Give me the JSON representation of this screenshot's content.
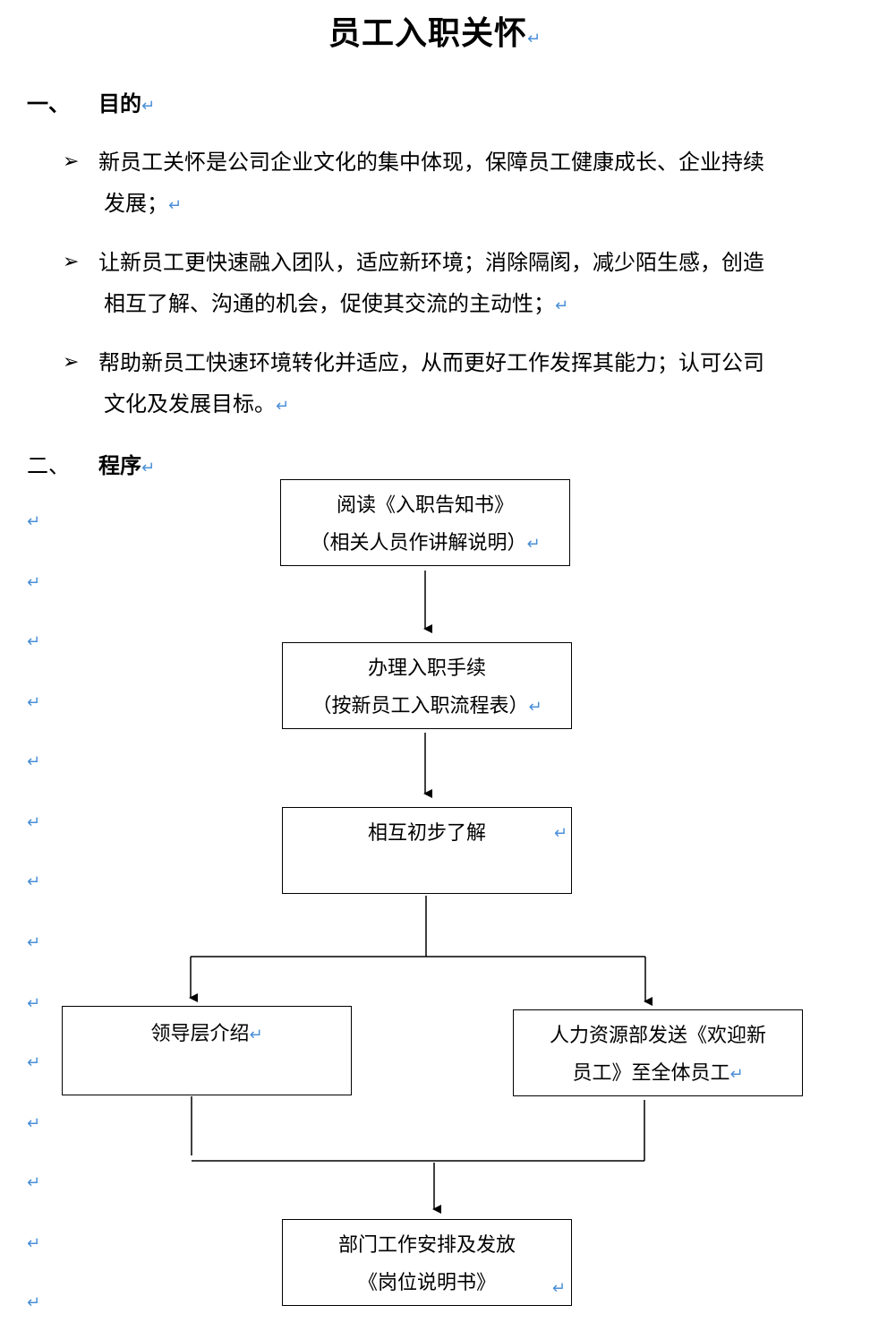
{
  "title": "员工入职关怀",
  "paragraph_mark": "↵",
  "sections": [
    {
      "number": "一、",
      "heading": "目的",
      "bullets": [
        {
          "line1": "新员工关怀是公司企业文化的集中体现，保障员工健康成长、企业持续",
          "line2": "发展；"
        },
        {
          "line1": "让新员工更快速融入团队，适应新环境；消除隔阂，减少陌生感，创造",
          "line2": "相互了解、沟通的机会，促使其交流的主动性；"
        },
        {
          "line1": "帮助新员工快速环境转化并适应，从而更好工作发挥其能力；认可公司",
          "line2": "文化及发展目标。"
        }
      ]
    },
    {
      "number": "二、",
      "heading": "程序"
    }
  ],
  "flowchart": {
    "step1": {
      "line1": "阅读《入职告知书》",
      "line2": "（相关人员作讲解说明）"
    },
    "step2": {
      "line1": "办理入职手续",
      "line2": "（按新员工入职流程表）"
    },
    "step3": {
      "line1": "相互初步了解"
    },
    "step4a": {
      "line1": "领导层介绍"
    },
    "step4b": {
      "line1": "人力资源部发送《欢迎新",
      "line2": "员工》至全体员工"
    },
    "step5": {
      "line1": "部门工作安排及发放",
      "line2": "《岗位说明书》"
    }
  },
  "colors": {
    "paragraph_mark": "#4a8fd8",
    "text": "#000000"
  }
}
